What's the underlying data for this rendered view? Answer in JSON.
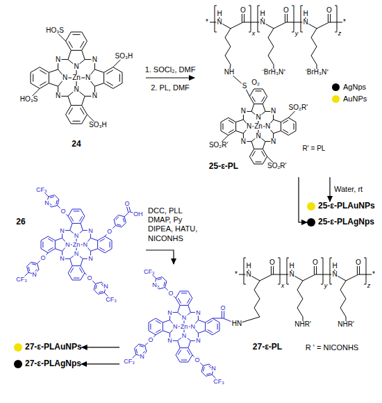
{
  "diagram": {
    "nodes": [
      {
        "text": [
          "24"
        ]
      },
      {
        "text": [
          "25-ε-PL"
        ]
      },
      {
        "text": [
          "25-ε-PLAuNPs"
        ]
      },
      {
        "text": [
          "25-ε-PLAgNps"
        ]
      },
      {
        "text": [
          "26"
        ]
      },
      {
        "text": [
          "27-ε-PL"
        ]
      },
      {
        "text": [
          "27-ε-PLAuNPs"
        ]
      },
      {
        "text": [
          "27-ε-PLAgNps"
        ]
      }
    ],
    "edges": [
      {
        "from": 0,
        "to": 1,
        "arrow": "to",
        "label": "1. SOCl₂, DMF"
      },
      {
        "from": 1,
        "to": 2,
        "arrow": "to",
        "label": "Water, rt"
      },
      {
        "from": 1,
        "to": 3,
        "arrow": "to"
      },
      {
        "from": 4,
        "to": 5,
        "arrow": "to",
        "label": "DCC, PLL DMAP, Py DIPEA, HATU, NICONHS"
      },
      {
        "from": 5,
        "to": 6,
        "arrow": "to"
      },
      {
        "from": 5,
        "to": 7,
        "arrow": "to"
      }
    ],
    "labels": [
      "N",
      "N",
      "N",
      "N",
      "N",
      "N",
      "N",
      "N",
      "Zn",
      "HO₃S",
      "SO₃H",
      "SO₃H",
      "HO₃S",
      "2. PL, DMF",
      "N",
      "N",
      "N",
      "N",
      "N",
      "N",
      "N",
      "N",
      "Zn",
      "S",
      "O₂",
      "NH",
      "SO₂R'",
      "SO₂R'",
      "SO₂R'",
      "R' = PL",
      "*",
      "H",
      "N",
      "O",
      "x",
      "H",
      "N",
      "O",
      "y",
      "H",
      "N",
      "O",
      "z",
      "*",
      "⁻BrH₃N⁺",
      "⁻BrH₃N⁺",
      "N",
      "N",
      "N",
      "N",
      "N",
      "N",
      "N",
      "N",
      "Zn",
      "O",
      "N",
      "CF₃",
      "O",
      "O",
      "OH",
      "O",
      "N",
      "CF₃",
      "O",
      "N",
      "CF₃",
      "N",
      "N",
      "N",
      "N",
      "N",
      "N",
      "N",
      "N",
      "Zn",
      "O",
      "N",
      "CF₃",
      "O",
      "N",
      "CF₃",
      "O",
      "N",
      "CF₃",
      "O",
      "HN",
      "*",
      "H",
      "N",
      "O",
      "x",
      "H",
      "N",
      "O",
      "y",
      "H",
      "N",
      "O",
      "z",
      "*",
      "NHR'",
      "NHR'",
      "R ' = NICONHS"
    ],
    "legend": [
      {
        "text": "AgNps",
        "color": "#000000"
      },
      {
        "text": "AuNPs",
        "color": "#f2e200"
      }
    ]
  }
}
